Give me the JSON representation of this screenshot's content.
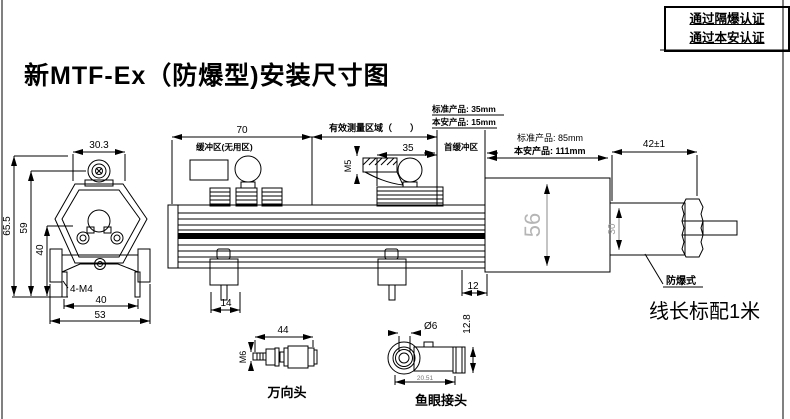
{
  "page": {
    "title": "新MTF-Ex（防爆型)安装尺寸图",
    "cable_note": "线长标配1米"
  },
  "cert_box": {
    "line1": "通过隔爆认证",
    "line2": "通过本安认证"
  },
  "end_view": {
    "dim_top_width": "30.3",
    "dim_overall_height": "65.5",
    "dim_mid_height": "59",
    "dim_inner_height": "40",
    "screw_note": "4-M4",
    "dim_bolt_spacing": "40",
    "dim_overall_width": "53"
  },
  "side_view": {
    "dim_buffer": "70",
    "buffer_label": "缓冲区(无用区)",
    "measure_label": "有效测量区域（　　）",
    "dim_head": "35",
    "thread_label": "M5",
    "front_buffer_label": "首缓冲区",
    "front_buffer_std": "标准产品: 35mm",
    "front_buffer_isafe": "本安产品: 15mm",
    "housing_std": "标准产品: 85mm",
    "housing_isafe": "本安产品: 111mm",
    "dim_gland": "42±1",
    "dim_housing_height": "56",
    "dim_cyl_height": "30",
    "dim_clamp": "14",
    "dim_end_gap": "12",
    "explosion_label": "防爆式"
  },
  "universal_head": {
    "label": "万向头",
    "dim_length": "44",
    "thread_label": "M6"
  },
  "fisheye_joint": {
    "label": "鱼眼接头",
    "dim_hole": "Ø6",
    "dim_height": "12.8",
    "dim_length": "20.51"
  }
}
